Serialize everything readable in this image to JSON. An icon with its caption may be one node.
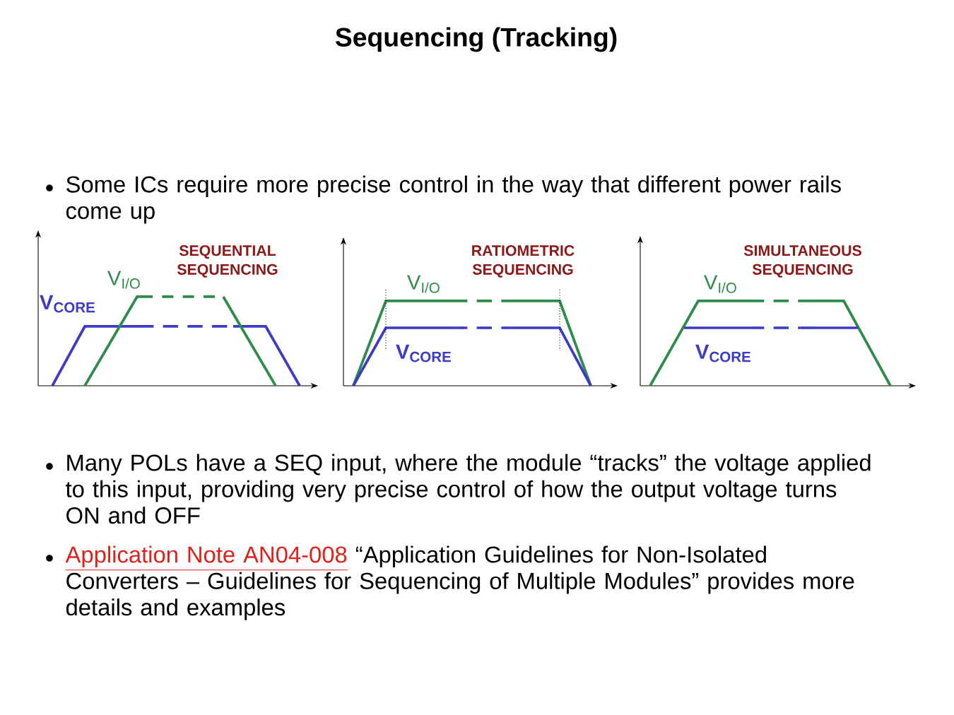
{
  "diagram": {
    "title": "Sequencing (Tracking)",
    "labels": [
      "Some ICs require more precise control in the way that different power rails come up",
      "SEQUENTIAL SEQUENCING",
      "V$_{I/O}$",
      "V$_{CORE}$",
      "RATIOMETRIC SEQUENCING",
      "V$_{I/O}$",
      "V$_{CORE}$",
      "SIMULTANEOUS SEQUENCING",
      "V$_{I/O}$",
      "V$_{CORE}$",
      "Many POLs have a SEQ input, where the module “tracks” the voltage applied to this input, providing very precise control of how the output voltage turns ON and OFF",
      "Application Note AN04-008",
      "“Application Guidelines for Non-Isolated Converters – Guidelines for Sequencing of Multiple Modules” provides more details and examples"
    ]
  }
}
